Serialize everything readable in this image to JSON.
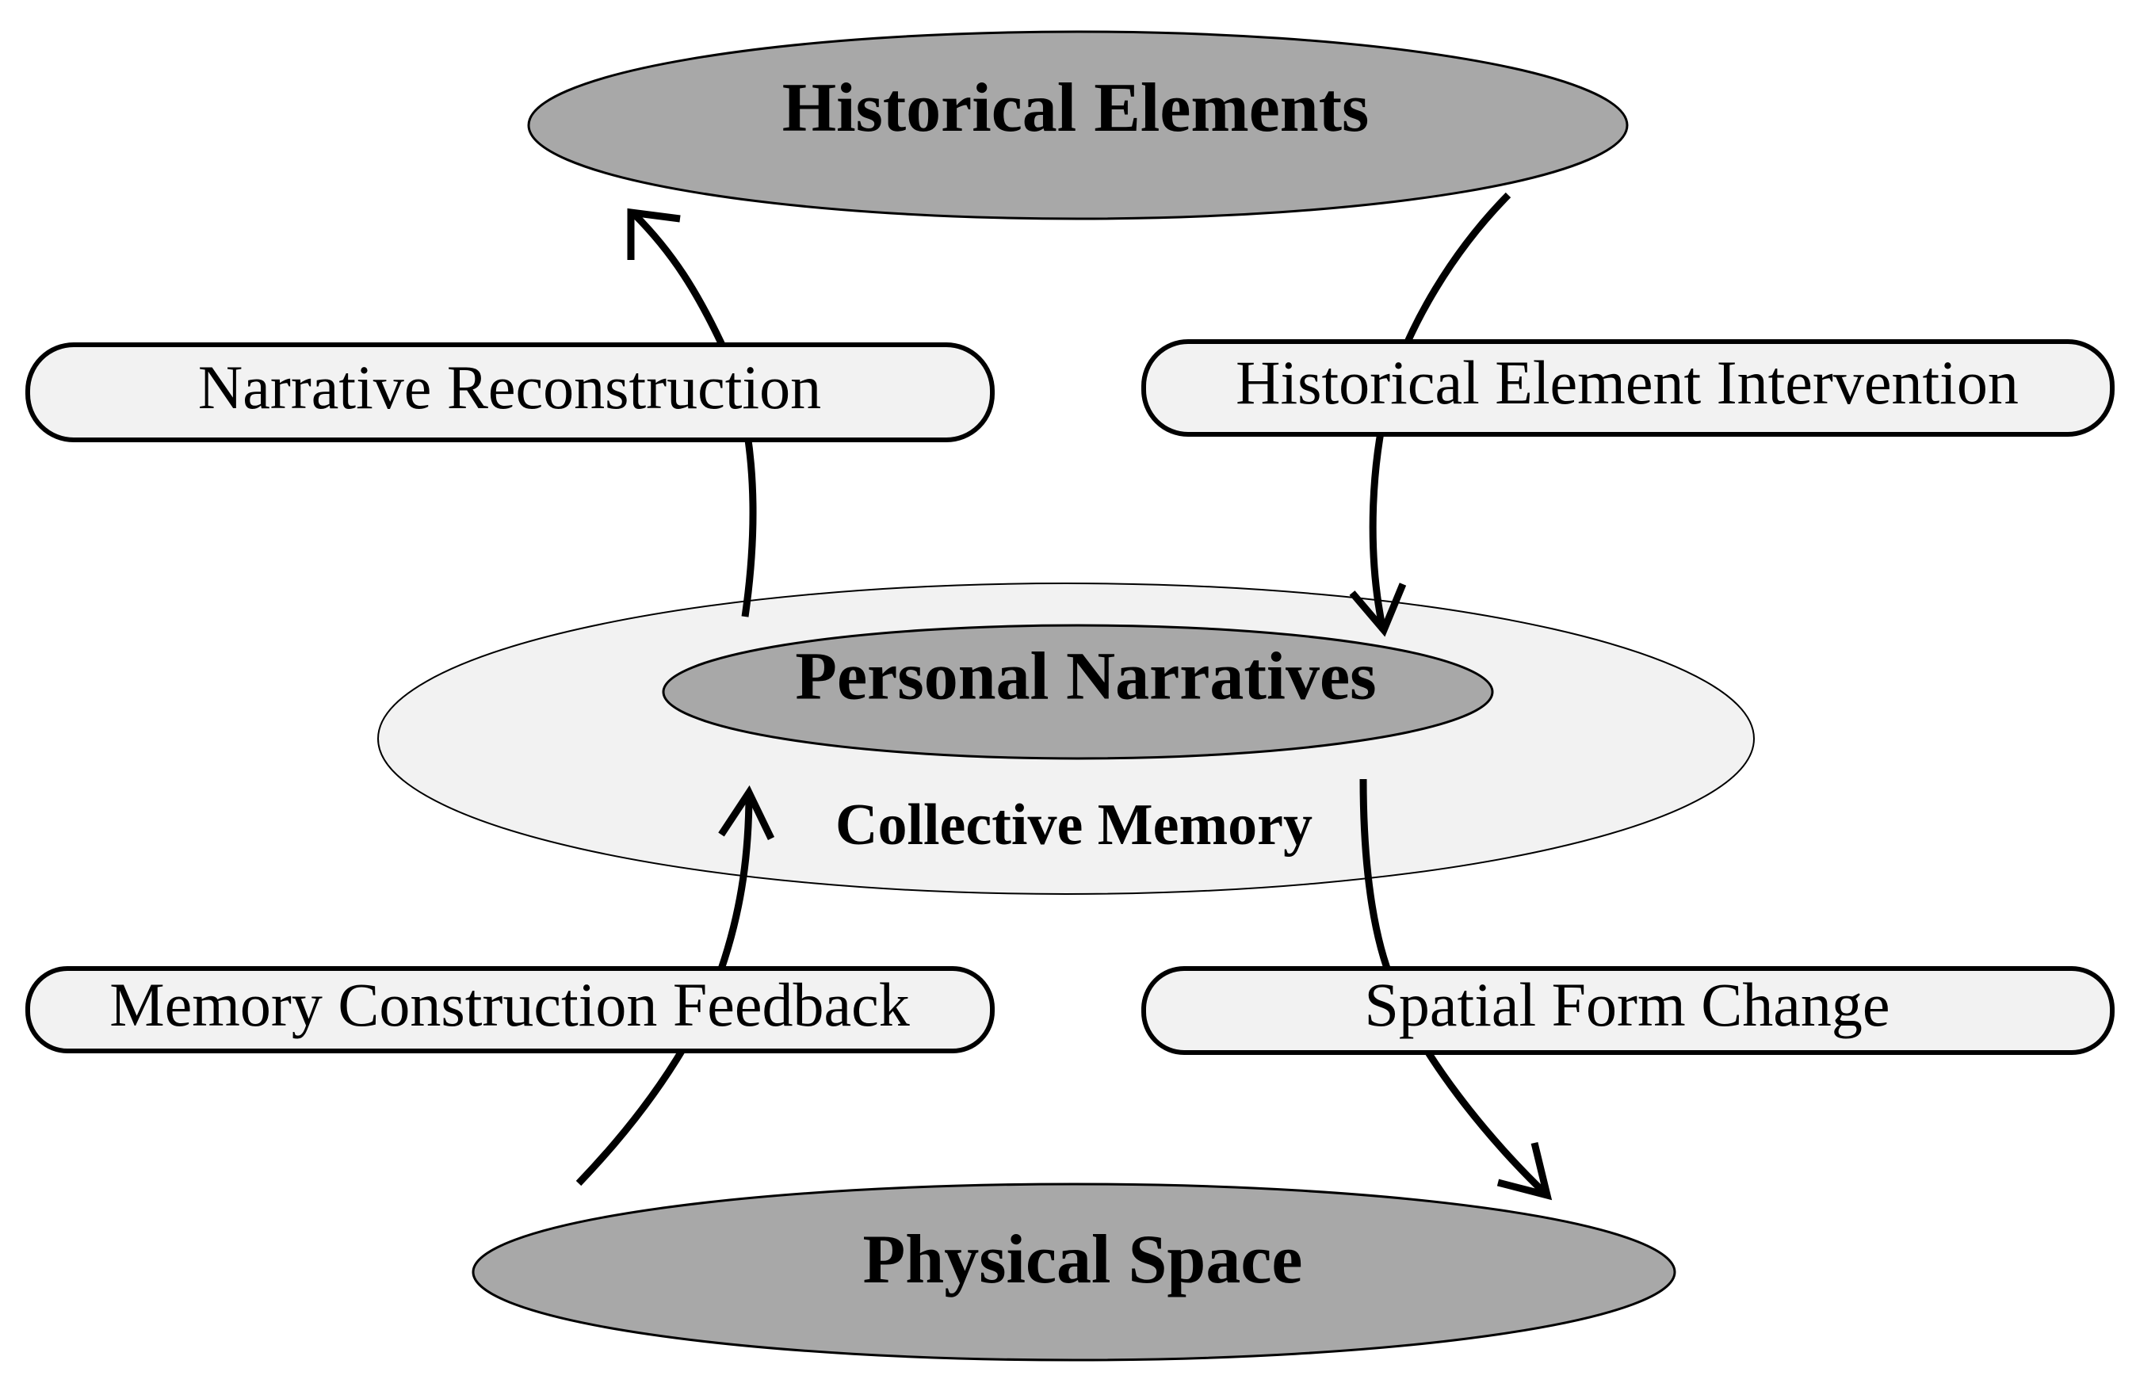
{
  "diagram": {
    "nodes": {
      "historical_elements": "Historical Elements",
      "personal_narratives": "Personal Narratives",
      "collective_memory": "Collective Memory",
      "physical_space": "Physical Space"
    },
    "processes": {
      "narrative_reconstruction": "Narrative Reconstruction",
      "historical_element_intervention": "Historical Element Intervention",
      "memory_construction_feedback": "Memory Construction Feedback",
      "spatial_form_change": "Spatial Form Change"
    },
    "flows": [
      {
        "from": "Personal Narratives",
        "via": "Narrative Reconstruction",
        "to": "Historical Elements"
      },
      {
        "from": "Historical Elements",
        "via": "Historical Element Intervention",
        "to": "Personal Narratives"
      },
      {
        "from": "Physical Space",
        "via": "Memory Construction Feedback",
        "to": "Personal Narratives"
      },
      {
        "from": "Collective Memory",
        "via": "Spatial Form Change",
        "to": "Physical Space"
      }
    ],
    "colors": {
      "primary_node_fill": "#a8a8a8",
      "outer_memory_fill": "#f2f2f2",
      "process_box_fill": "#f2f2f2",
      "stroke": "#000000"
    }
  }
}
